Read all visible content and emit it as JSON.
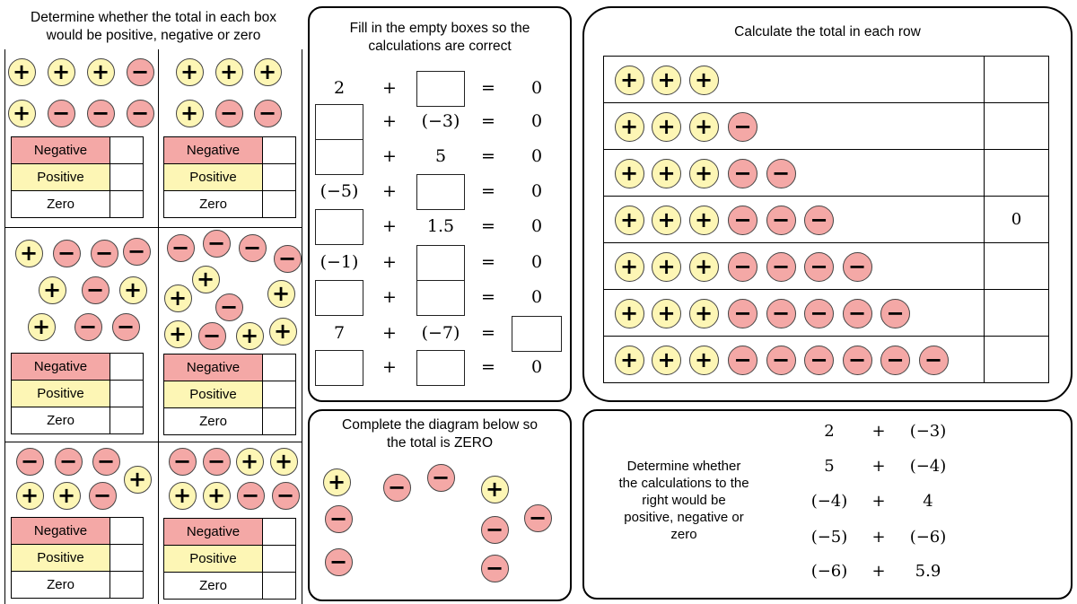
{
  "left": {
    "title_line1": "Determine whether the total in each box",
    "title_line2": "would be positive, negative or zero",
    "options": [
      "Negative",
      "Positive",
      "Zero"
    ],
    "boxes": [
      {
        "counters": [
          [
            "+",
            24,
            80
          ],
          [
            "+",
            68,
            80
          ],
          [
            "+",
            112,
            80
          ],
          [
            "-",
            156,
            80
          ],
          [
            "+",
            24,
            126
          ],
          [
            "-",
            68,
            126
          ],
          [
            "-",
            112,
            126
          ],
          [
            "-",
            156,
            126
          ]
        ]
      },
      {
        "counters": [
          [
            "+",
            211,
            80
          ],
          [
            "+",
            255,
            80
          ],
          [
            "+",
            298,
            80
          ],
          [
            "+",
            211,
            126
          ],
          [
            "-",
            255,
            126
          ],
          [
            "-",
            298,
            126
          ]
        ]
      },
      {
        "counters": [
          [
            "+",
            32,
            282
          ],
          [
            "-",
            74,
            282
          ],
          [
            "-",
            116,
            282
          ],
          [
            "-",
            152,
            280
          ],
          [
            "+",
            58,
            323
          ],
          [
            "-",
            106,
            323
          ],
          [
            "+",
            148,
            323
          ],
          [
            "+",
            46,
            364
          ],
          [
            "-",
            98,
            364
          ],
          [
            "-",
            140,
            364
          ]
        ]
      },
      {
        "counters": [
          [
            "-",
            201,
            276
          ],
          [
            "-",
            241,
            271
          ],
          [
            "-",
            281,
            276
          ],
          [
            "-",
            320,
            288
          ],
          [
            "+",
            229,
            311
          ],
          [
            "+",
            198,
            332
          ],
          [
            "-",
            255,
            342
          ],
          [
            "+",
            313,
            327
          ],
          [
            "+",
            198,
            372
          ],
          [
            "-",
            236,
            374
          ],
          [
            "+",
            278,
            374
          ],
          [
            "+",
            315,
            369
          ]
        ]
      },
      {
        "counters": [
          [
            "-",
            33,
            514
          ],
          [
            "-",
            76,
            514
          ],
          [
            "-",
            118,
            514
          ],
          [
            "+",
            153,
            534
          ],
          [
            "+",
            33,
            552
          ],
          [
            "+",
            74,
            552
          ],
          [
            "-",
            114,
            552
          ]
        ]
      },
      {
        "counters": [
          [
            "-",
            203,
            514
          ],
          [
            "-",
            241,
            514
          ],
          [
            "+",
            278,
            514
          ],
          [
            "+",
            316,
            514
          ],
          [
            "+",
            203,
            552
          ],
          [
            "+",
            241,
            552
          ],
          [
            "-",
            279,
            552
          ],
          [
            "-",
            318,
            552
          ]
        ]
      }
    ]
  },
  "fill": {
    "title_line1": "Fill in the empty boxes so the",
    "title_line2": "calculations are correct",
    "rows": [
      {
        "a": "2",
        "op": "+",
        "b": "",
        "eq": "=",
        "r": "0"
      },
      {
        "a": "",
        "op": "+",
        "b": "(−3)",
        "eq": "=",
        "r": "0"
      },
      {
        "a": "",
        "op": "+",
        "b": "5",
        "eq": "=",
        "r": "0"
      },
      {
        "a": "(−5)",
        "op": "+",
        "b": "",
        "eq": "=",
        "r": "0"
      },
      {
        "a": "",
        "op": "+",
        "b": "1.5",
        "eq": "=",
        "r": "0"
      },
      {
        "a": "(−1)",
        "op": "+",
        "b": "",
        "eq": "=",
        "r": "0"
      },
      {
        "a": "",
        "op": "+",
        "b": "",
        "eq": "=",
        "r": "0"
      },
      {
        "a": "7",
        "op": "+",
        "b": "(−7)",
        "eq": "=",
        "r": ""
      },
      {
        "a": "",
        "op": "+",
        "b": "",
        "eq": "=",
        "r": "0"
      }
    ]
  },
  "rows_panel": {
    "title": "Calculate the total in each row",
    "rows": [
      {
        "plus": 3,
        "minus": 0,
        "answer": ""
      },
      {
        "plus": 3,
        "minus": 1,
        "answer": ""
      },
      {
        "plus": 3,
        "minus": 2,
        "answer": ""
      },
      {
        "plus": 3,
        "minus": 3,
        "answer": "0"
      },
      {
        "plus": 3,
        "minus": 4,
        "answer": ""
      },
      {
        "plus": 3,
        "minus": 5,
        "answer": ""
      },
      {
        "plus": 3,
        "minus": 6,
        "answer": ""
      }
    ]
  },
  "diagram": {
    "title_line1": "Complete the diagram below so",
    "title_line2": "the total is ZERO",
    "counters": [
      [
        "+",
        375,
        537
      ],
      [
        "-",
        377,
        578
      ],
      [
        "-",
        377,
        626
      ],
      [
        "-",
        442,
        543
      ],
      [
        "-",
        491,
        532
      ],
      [
        "+",
        551,
        545
      ],
      [
        "-",
        551,
        590
      ],
      [
        "-",
        599,
        577
      ],
      [
        "-",
        551,
        633
      ]
    ]
  },
  "determine": {
    "text_lines": [
      "Determine whether",
      "the calculations to the",
      "right would be",
      "positive, negative or",
      "zero"
    ],
    "rows": [
      {
        "a": "2",
        "op": "+",
        "b": "(−3)"
      },
      {
        "a": "5",
        "op": "+",
        "b": "(−4)"
      },
      {
        "a": "(−4)",
        "op": "+",
        "b": "4"
      },
      {
        "a": "(−5)",
        "op": "+",
        "b": "(−6)"
      },
      {
        "a": "(−6)",
        "op": "+",
        "b": "5.9"
      }
    ]
  },
  "colors": {
    "positive_counter": "#fdf6b5",
    "negative_counter": "#f4a8a6"
  }
}
